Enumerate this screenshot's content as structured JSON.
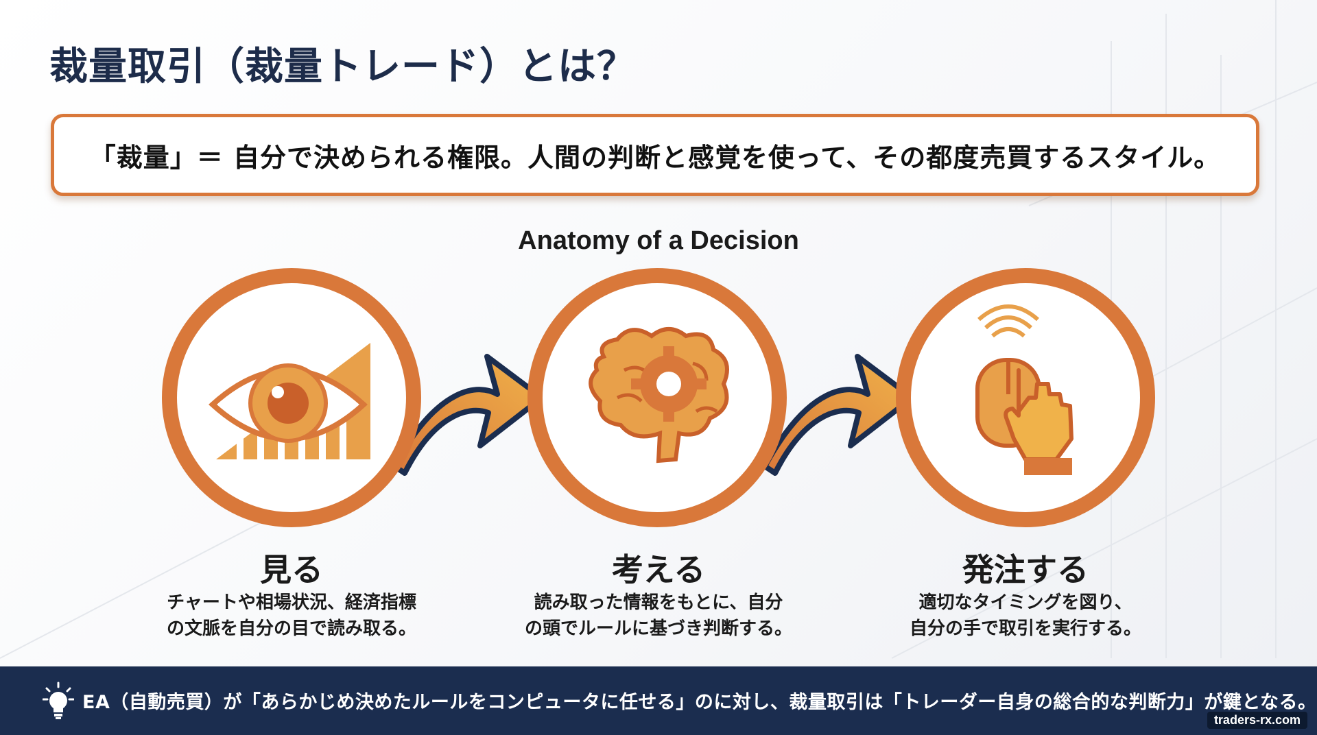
{
  "title": "裁量取引（裁量トレード）とは？",
  "definition": "「裁量」＝ 自分で決められる権限。人間の判断と感覚を使って、その都度売買するスタイル。",
  "diagram": {
    "subtitle": "Anatomy of a Decision",
    "steps": [
      {
        "label": "見る",
        "desc": [
          "チャートや相場状況、経済指標",
          "の文脈を自分の目で読み取る。"
        ],
        "icon": "eye-chart-icon"
      },
      {
        "label": "考える",
        "desc": [
          "読み取った情報をもとに、自分",
          "の頭でルールに基づき判断する。"
        ],
        "icon": "brain-gear-icon"
      },
      {
        "label": "発注する",
        "desc": [
          "適切なタイミングを図り、",
          "自分の手で取引を実行する。"
        ],
        "icon": "hand-mouse-icon"
      }
    ]
  },
  "footer": {
    "text": "EA（自動売買）が「あらかじめ決めたルールをコンピュータに任せる」のに対し、裁量取引は「トレーダー自身の総合的な判断力」が鍵となる。",
    "icon": "lightbulb-icon"
  },
  "watermark": "traders-rx.com",
  "colors": {
    "accent": "#d9783a",
    "orange_light": "#e8a04a",
    "navy": "#1b2d4f"
  }
}
